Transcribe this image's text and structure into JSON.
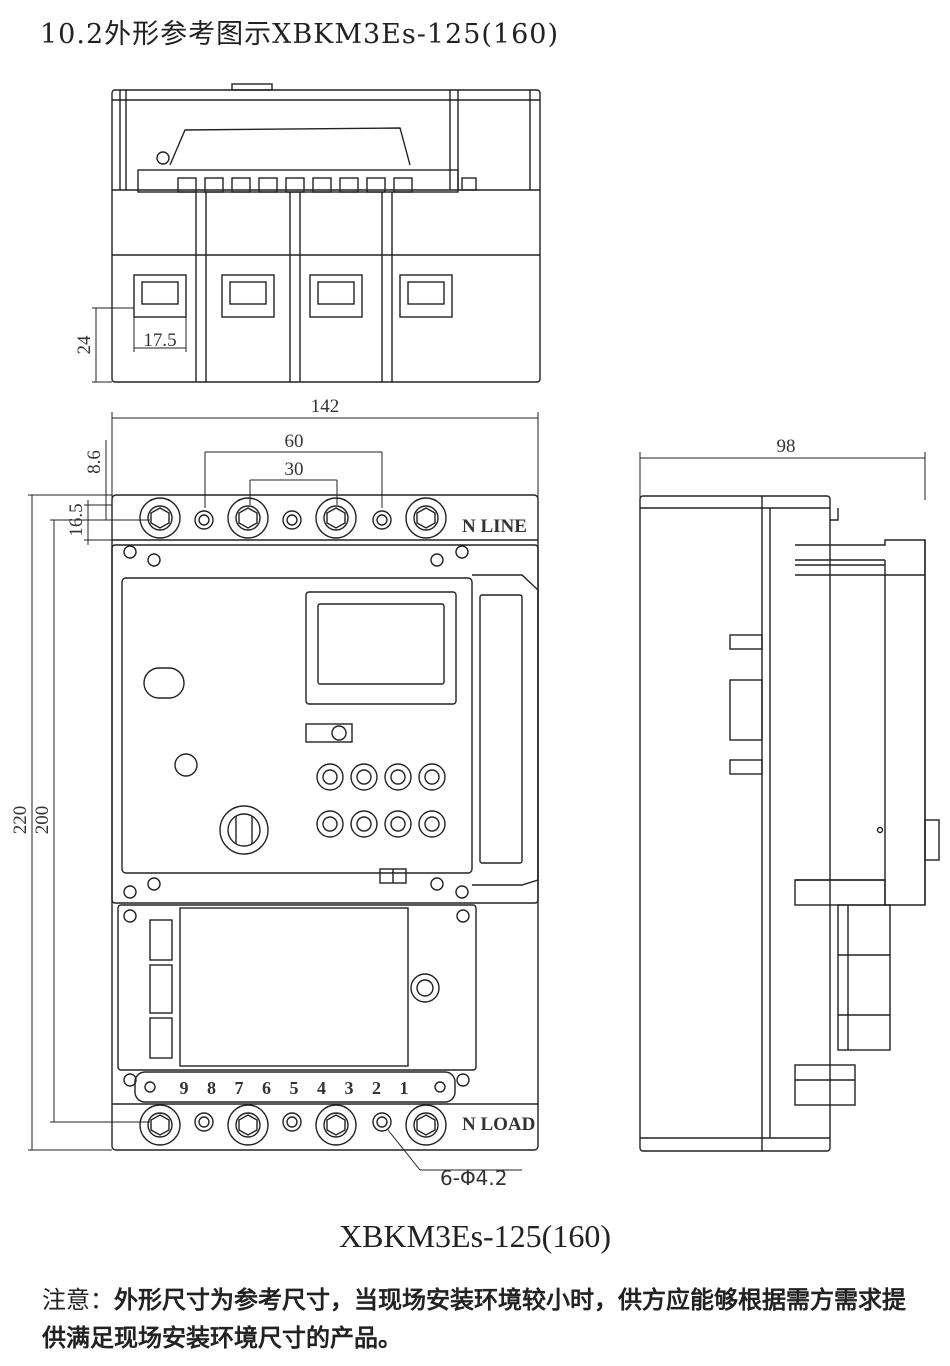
{
  "heading": "10.2外形参考图示XBKM3Es-125(160)",
  "top_view": {
    "dim_height": "24",
    "dim_width": "17.5"
  },
  "front_view": {
    "dim_total_width": "142",
    "dim_pitch_60": "60",
    "dim_pitch_30": "30",
    "dim_86": "8.6",
    "dim_165": "16.5",
    "dim_220": "220",
    "dim_200": "200",
    "label_line": "N LINE",
    "label_load": "N LOAD",
    "terminal_numbers": [
      "9",
      "8",
      "7",
      "6",
      "5",
      "4",
      "3",
      "2",
      "1"
    ],
    "hole_note": "6-Φ4.2"
  },
  "side_view": {
    "dim_depth": "98"
  },
  "caption": "XBKM3Es-125(160)",
  "note": {
    "label": "注意：",
    "text": "外形尺寸为参考尺寸，当现场安装环境较小时，供方应能够根据需方需求提供满足现场安装环境尺寸的产品。"
  }
}
